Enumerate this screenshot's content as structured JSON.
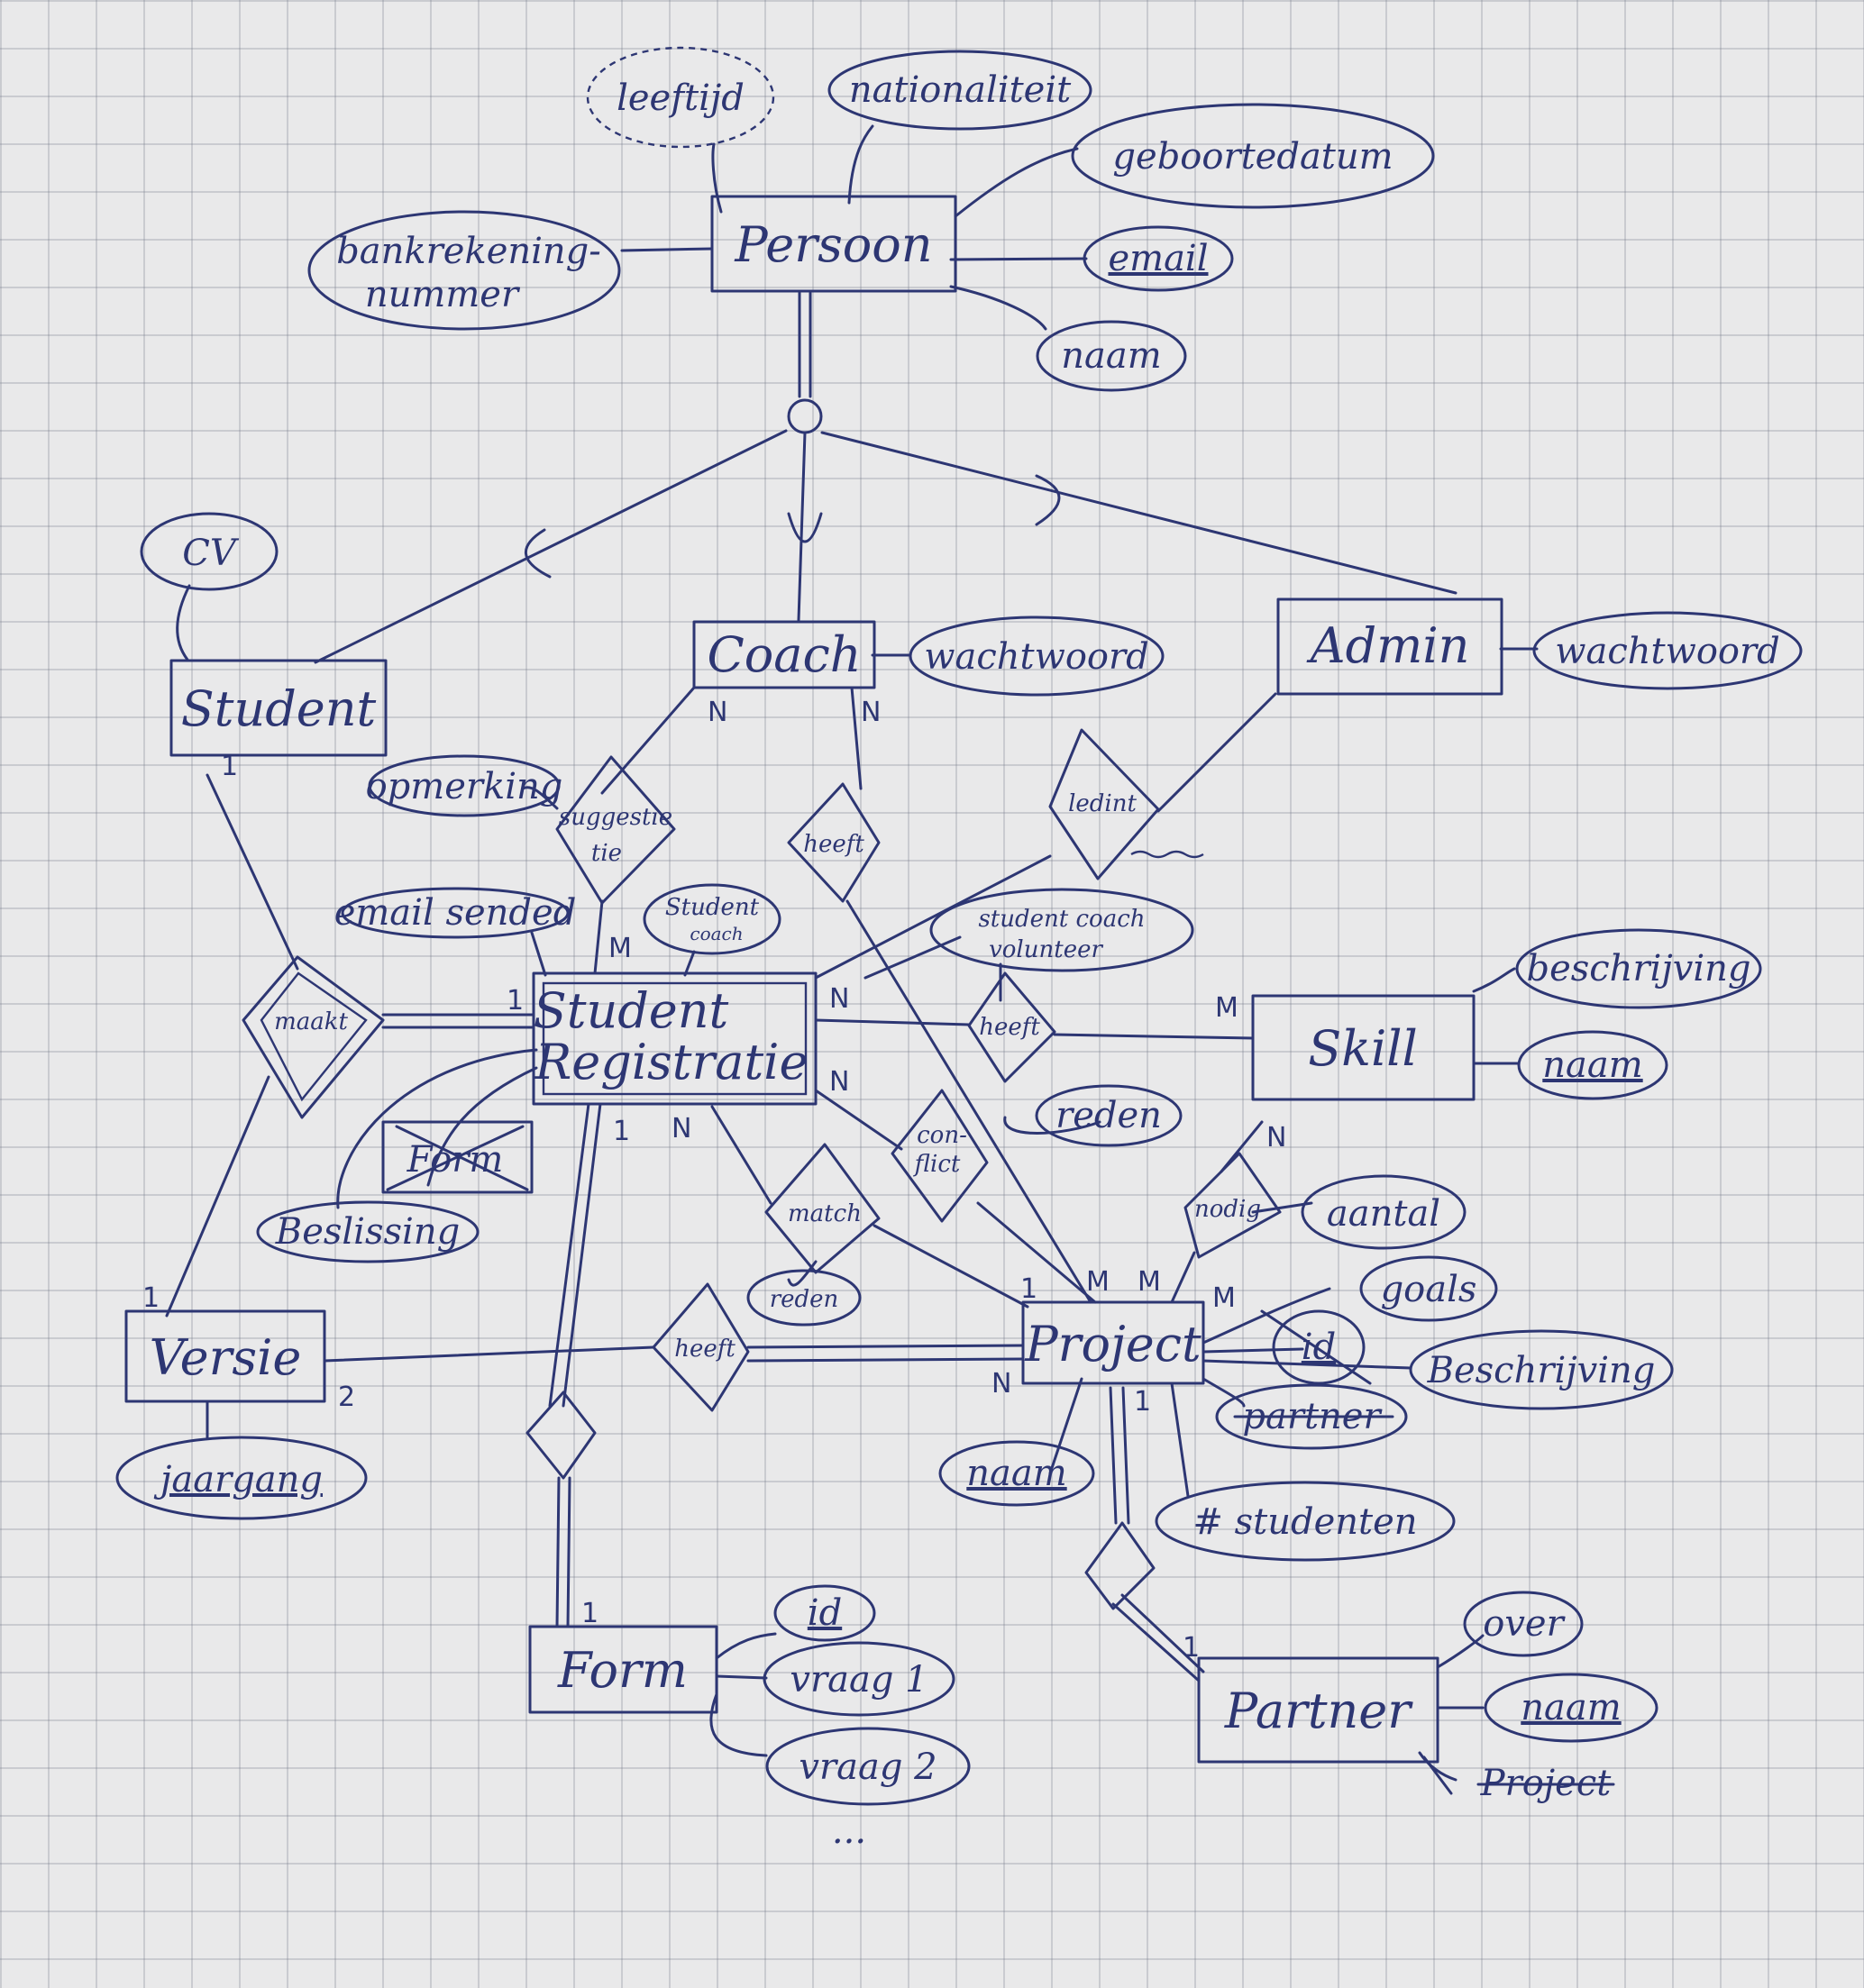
{
  "entities": {
    "persoon": "Persoon",
    "coach": "Coach",
    "admin": "Admin",
    "student": "Student",
    "registratie_1": "Student",
    "registratie_2": "Registratie",
    "skill": "Skill",
    "versie": "Versie",
    "project": "Project",
    "form": "Form",
    "partner": "Partner"
  },
  "attributes": {
    "leeftijd": "leeftijd",
    "nationaliteit": "nationaliteit",
    "geboortedatum": "geboortedatum",
    "bank_1": "bankrekening-",
    "bank_2": "nummer",
    "email": "email",
    "naam_persoon": "naam",
    "cv": "CV",
    "wachtwoord_coach": "wachtwoord",
    "wachtwoord_admin": "wachtwoord",
    "opmerking": "opmerking",
    "email_sended": "email sended",
    "student_coach_1": "Student",
    "student_coach_2": "coach",
    "sc_volunteer_1": "student coach",
    "sc_volunteer_2": "volunteer",
    "beschrijving_skill": "beschrijving",
    "naam_skill": "naam",
    "reden_conflict": "reden",
    "reden_match": "reden",
    "aantal": "aantal",
    "goals": "goals",
    "id_project": "id",
    "beschrijving_project": "Beschrijving",
    "partner_attr": "partner",
    "naam_project": "naam",
    "studenten": "# studenten",
    "form_attr": "Form",
    "beslissing": "Beslissing",
    "jaargang": "jaargang",
    "id_form": "id",
    "vraag1": "vraag 1",
    "vraag2": "vraag 2",
    "over": "over",
    "naam_partner": "naam",
    "project_struck": "Project",
    "ellipsis": "..."
  },
  "relationships": {
    "suggestie_1": "suggestie",
    "suggestie_2": "tie",
    "heeft_coach": "heeft",
    "ledint": "ledint",
    "maakt": "maakt",
    "heeft_skill": "heeft",
    "conflict_1": "con-",
    "conflict_2": "flict",
    "match": "match",
    "nodig": "nodig",
    "heeft_versie": "heeft"
  },
  "cardinalities": {
    "coach_sugg": "N",
    "coach_heeft": "N",
    "reg_sugg": "M",
    "student_maakt": "1",
    "reg_maakt": "1",
    "reg_heeft_skill": "N",
    "skill_heeft": "M",
    "reg_conflict": "N",
    "reg_form": "1",
    "reg_match": "N",
    "skill_nodig": "N",
    "proj_m1": "M",
    "proj_m2": "M",
    "proj_m3": "M",
    "proj_match": "1",
    "proj_versie": "N",
    "proj_partner": "1",
    "versie_maakt": "1",
    "versie_heeft": "2",
    "form_1": "1",
    "partner_1": "1"
  },
  "colors": {
    "ink": "#2d3673",
    "paper": "#e9e9ea",
    "grid": "#a3a7b2"
  }
}
